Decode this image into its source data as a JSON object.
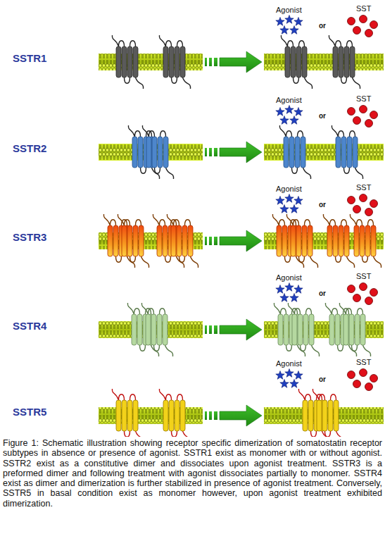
{
  "diagram": {
    "caption": "Figure 1: Schematic illustration showing receptor specific dimerization of somatostatin receptor subtypes in absence or presence of agonist. SSTR1 exist as monomer with or without agonist. SSTR2 exist as a constitutive dimer and dissociates upon agonist treatment. SSTR3 is a preformed dimer and following treatment with agonist dissociates partially to monomer. SSTR4 exist as dimer and dimerization is further stabilized in presence of agonist treatment. Conversely, SSTR5 in basal condition exist as monomer however, upon agonist treatment exhibited dimerization.",
    "labels": [
      "SSTR1",
      "Agonist",
      "or",
      "SST",
      "SSTR2",
      "Agonist",
      "or",
      "SST",
      "SSTR3",
      "Agonist",
      "or",
      "SST",
      "SSTR4",
      "Agonist",
      "or",
      "SST",
      "SSTR5",
      "Agonist",
      "or",
      "SST"
    ]
  }
}
